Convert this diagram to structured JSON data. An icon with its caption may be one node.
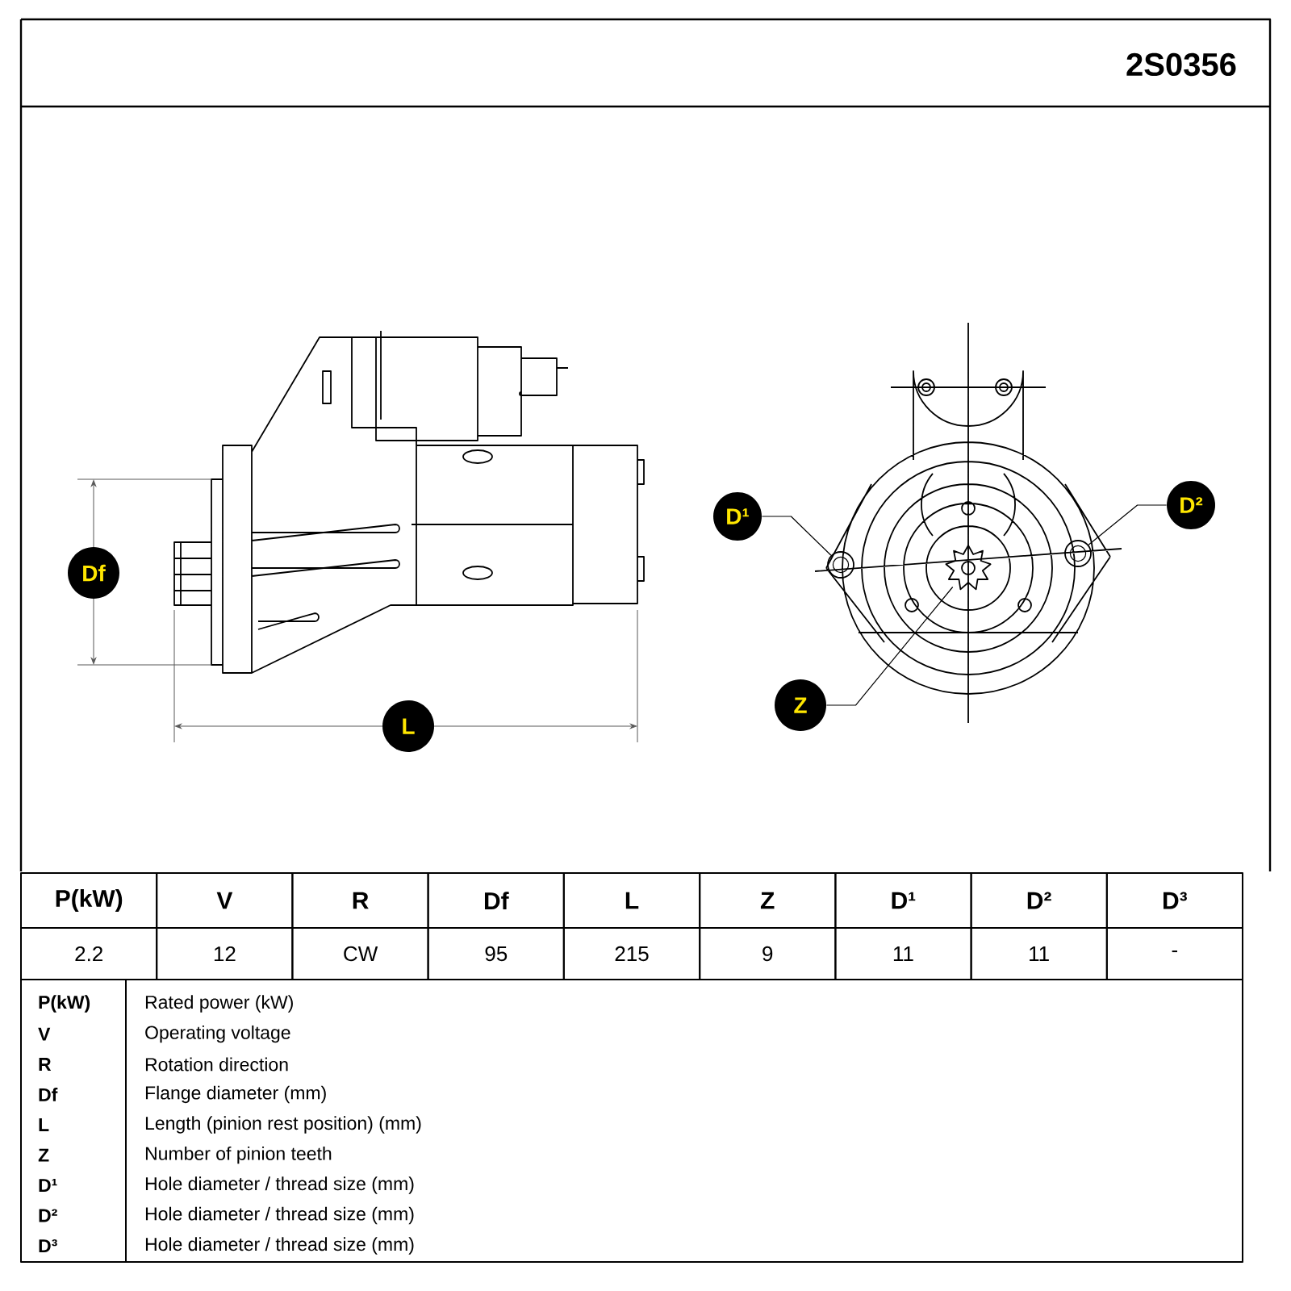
{
  "diagram": {
    "nodes": [
      {
        "text": [
          "Df"
        ]
      },
      {
        "text": [
          "L"
        ]
      },
      {
        "text": [
          "D¹"
        ]
      },
      {
        "text": [
          "D²"
        ]
      },
      {
        "text": [
          "Z"
        ]
      },
      {
        "text": [],
        "shape": "circle"
      },
      {
        "text": [],
        "shape": "circle"
      },
      {
        "text": [],
        "shape": "gear"
      }
    ],
    "edges": [
      {
        "from": 2,
        "to": 5,
        "arrow": "none"
      },
      {
        "from": 3,
        "to": 6,
        "arrow": "none"
      },
      {
        "from": 4,
        "to": 7,
        "arrow": "none"
      }
    ],
    "labels": [
      "2S0356",
      "P(kW)",
      "V",
      "R",
      "Df",
      "L",
      "Z",
      "D¹",
      "D²",
      "D³",
      "2.2",
      "12",
      "CW",
      "95",
      "215",
      "9",
      "11",
      "11",
      "-",
      "P(kW)",
      "Rated power (kW)",
      "V",
      "Operating voltage",
      "R",
      "Rotation direction",
      "Df",
      "Flange diameter (mm)",
      "L",
      "Length (pinion rest position) (mm)",
      "Z",
      "Number of pinion teeth",
      "D¹",
      "Hole diameter / thread size (mm)",
      "D²",
      "Hole diameter / thread size (mm)",
      "D³",
      "Hole diameter / thread size (mm)"
    ]
  }
}
